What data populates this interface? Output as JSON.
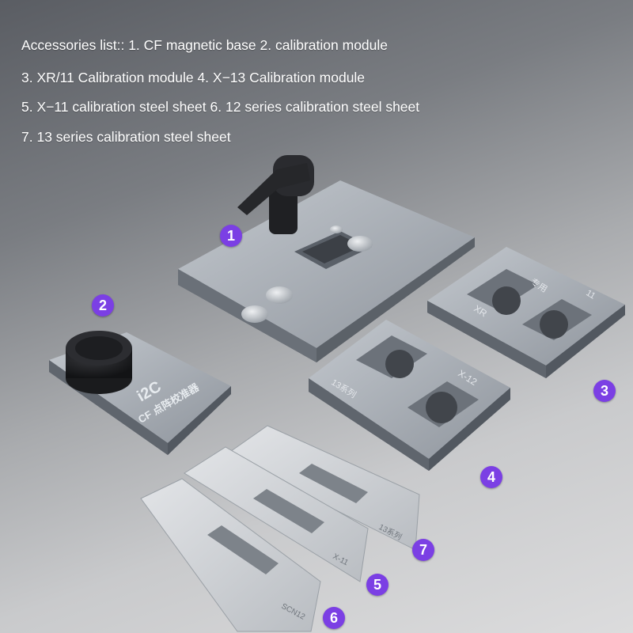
{
  "accessories": {
    "title": "Accessories list::",
    "items": [
      "1. CF magnetic base",
      "2. calibration module",
      "3. XR/11 Calibration module",
      "4. X−13 Calibration module",
      "5. X−11 calibration steel sheet",
      "6. 12 series calibration steel sheet",
      "7. 13 series calibration steel sheet"
    ]
  },
  "badges": [
    "1",
    "2",
    "3",
    "4",
    "5",
    "6",
    "7"
  ],
  "engravings": {
    "module2_logo": "i2C",
    "module2_text": "CF 点阵校准器",
    "module3_left": "XR",
    "module3_right": "11",
    "module3_mid": "专用",
    "module4_left": "13系列",
    "module4_right": "X-12",
    "sheet6": "SCN12",
    "sheet5": "X-11",
    "sheet7": "13系列"
  },
  "colors": {
    "badge": "#7b3fe4",
    "caption": "#ffffff",
    "metal": "#a7adb5",
    "knob": "#1e1f22"
  }
}
